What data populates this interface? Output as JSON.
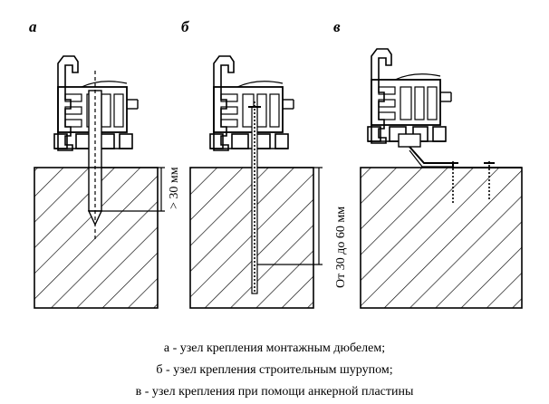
{
  "panels": {
    "a": {
      "label": "а",
      "dimension": "> 30 мм"
    },
    "b": {
      "label": "б",
      "dimension": "От 30 до 60 мм"
    },
    "c": {
      "label": "в"
    }
  },
  "captions": [
    "а - узел крепления монтажным дюбелем;",
    "б - узел крепления строительным шурупом;",
    "в - узел крепления при помощи анкерной пластины"
  ]
}
